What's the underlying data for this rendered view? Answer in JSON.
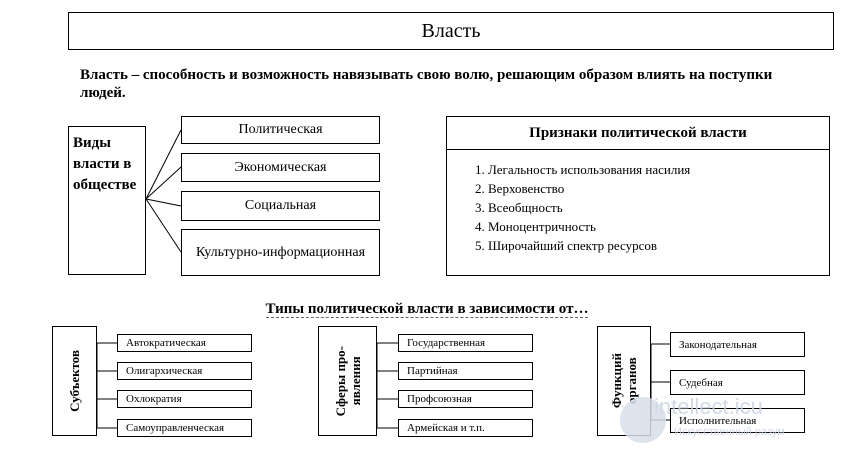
{
  "title": "Власть",
  "definition": "Власть – способность и возможность навязывать свою волю, решающим образом влиять на поступки людей.",
  "kinds": {
    "heading": "Виды власти в обществе",
    "items": [
      "Политическая",
      "Экономическая",
      "Социальная",
      "Культурно-информационная"
    ]
  },
  "signs": {
    "title": "Признаки политической власти",
    "items": [
      "1. Легальность использования насилия",
      "2. Верховенство",
      "3. Всеобщность",
      "4. Моноцентричность",
      "5. Широчайший спектр ресурсов"
    ]
  },
  "types_heading": "Типы политической власти в зависимости от…",
  "groups": [
    {
      "label": "Субъектов",
      "items": [
        "Автократическая",
        "Олигархическая",
        "Охлократия",
        "Самоуправленческая"
      ]
    },
    {
      "label": "Сферы проявления",
      "items": [
        "Государственная",
        "Партийная",
        "Профсоюзная",
        "Армейская и т.п."
      ]
    },
    {
      "label": "Функций органов",
      "items": [
        "Законодательная",
        "Судебная",
        "Исполнительная"
      ]
    }
  ],
  "watermark": {
    "line1": "intellect.icu",
    "line2": "Искусственный разум"
  }
}
